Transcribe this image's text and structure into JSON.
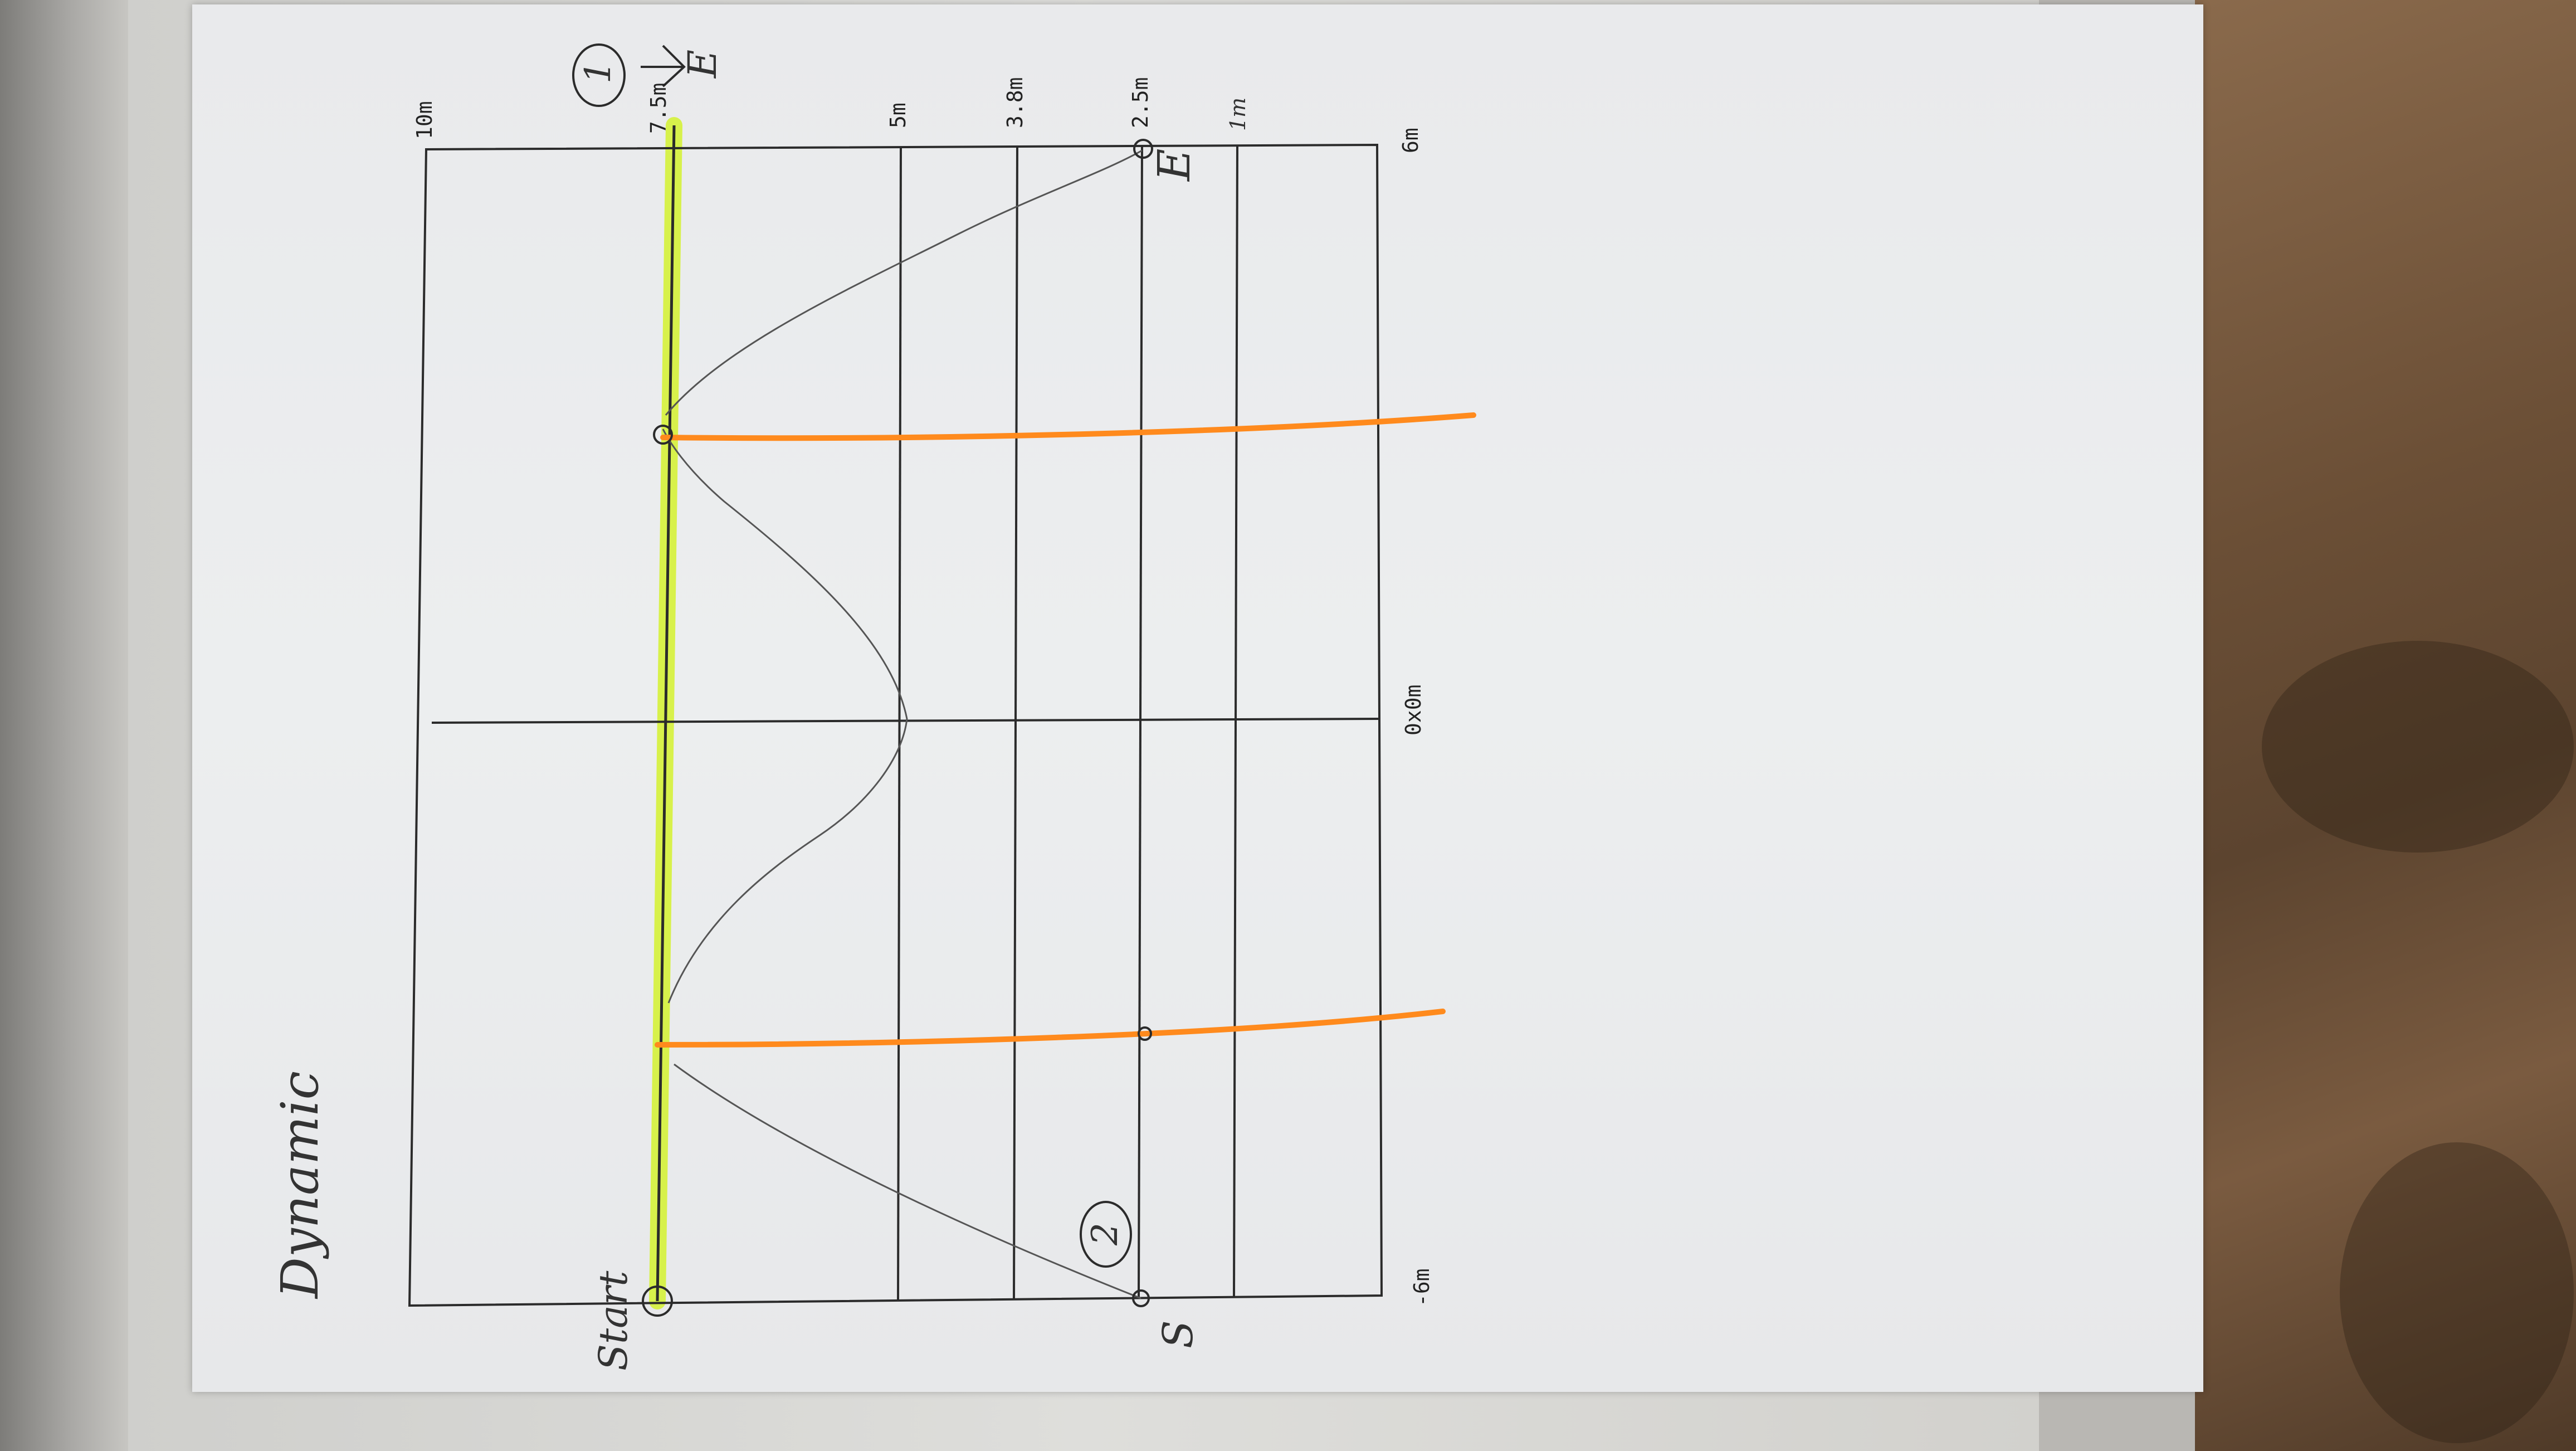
{
  "title": "Dynamic",
  "labels": {
    "start": "Start",
    "s": "S",
    "e": "E",
    "circle_1": "1",
    "circle_2": "2",
    "arrow_e": "E",
    "left_axis": "-6m",
    "center_axis": "0x0m",
    "right_axis": "6m",
    "top_10m": "10m",
    "top_7_5m": "7.5m",
    "top_5m": "5m",
    "top_3_8m": "3.8m",
    "top_2_5m": "2.5m",
    "top_1m": "1m"
  },
  "colors": {
    "highlighter": "#d6f23a",
    "orange": "#ff8a1d",
    "ink": "#2b2b2b",
    "pencil": "#555555"
  }
}
